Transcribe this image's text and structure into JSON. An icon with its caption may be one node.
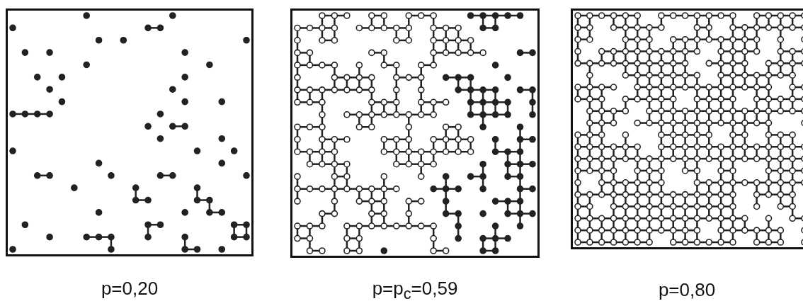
{
  "diagram": {
    "labels": [
      "p=0,20",
      "p=p$_{c}$=0,59",
      "p=0,80"
    ]
  }
}
